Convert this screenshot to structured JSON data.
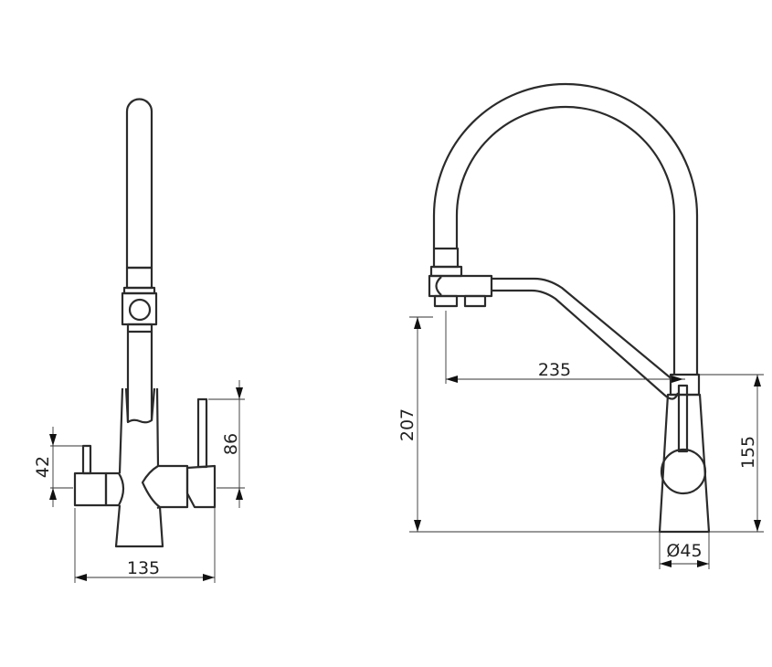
{
  "drawing": {
    "front_view": {
      "dimensions": {
        "width": "135",
        "left_lever_height": "42",
        "right_lever_height": "86"
      }
    },
    "side_view": {
      "dimensions": {
        "total_height": "207",
        "spout_reach": "235",
        "body_height": "155",
        "base_diameter": "Ø45"
      }
    }
  }
}
